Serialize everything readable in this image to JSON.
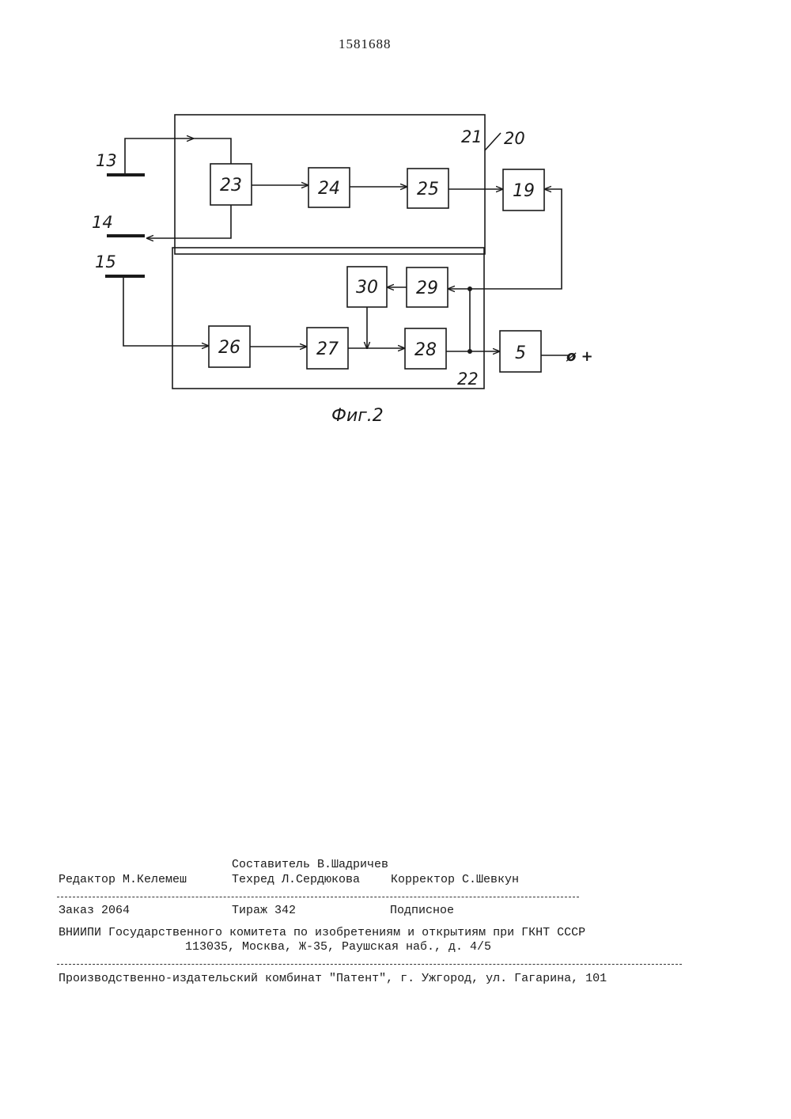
{
  "header": {
    "patent_number": "1581688"
  },
  "figure": {
    "caption": "Фиг.2",
    "block_labels": {
      "b23": "23",
      "b24": "24",
      "b25": "25",
      "b19": "19",
      "b30": "30",
      "b29": "29",
      "b26": "26",
      "b27": "27",
      "b28": "28",
      "b5": "5"
    },
    "terminal_labels": {
      "t13": "13",
      "t14": "14",
      "t15": "15"
    },
    "group_labels": {
      "g21": "21",
      "g20": "20",
      "g22": "22"
    },
    "output_mark": "ø +"
  },
  "colophon": {
    "compiler": "Составитель В.Шадричев",
    "editor": "Редактор М.Келемеш",
    "techred": "Техред Л.Сердюкова",
    "corrector": "Корректор С.Шевкун",
    "order": "Заказ 2064",
    "circulation": "Тираж 342",
    "subscription": "Подписное",
    "org_line": "ВНИИПИ Государственного комитета по изобретениям и открытиям при ГКНТ СССР",
    "address_line": "113035, Москва, Ж-35, Раушская наб., д. 4/5",
    "printer_line": "Производственно-издательский комбинат \"Патент\", г. Ужгород, ул. Гагарина, 101"
  }
}
